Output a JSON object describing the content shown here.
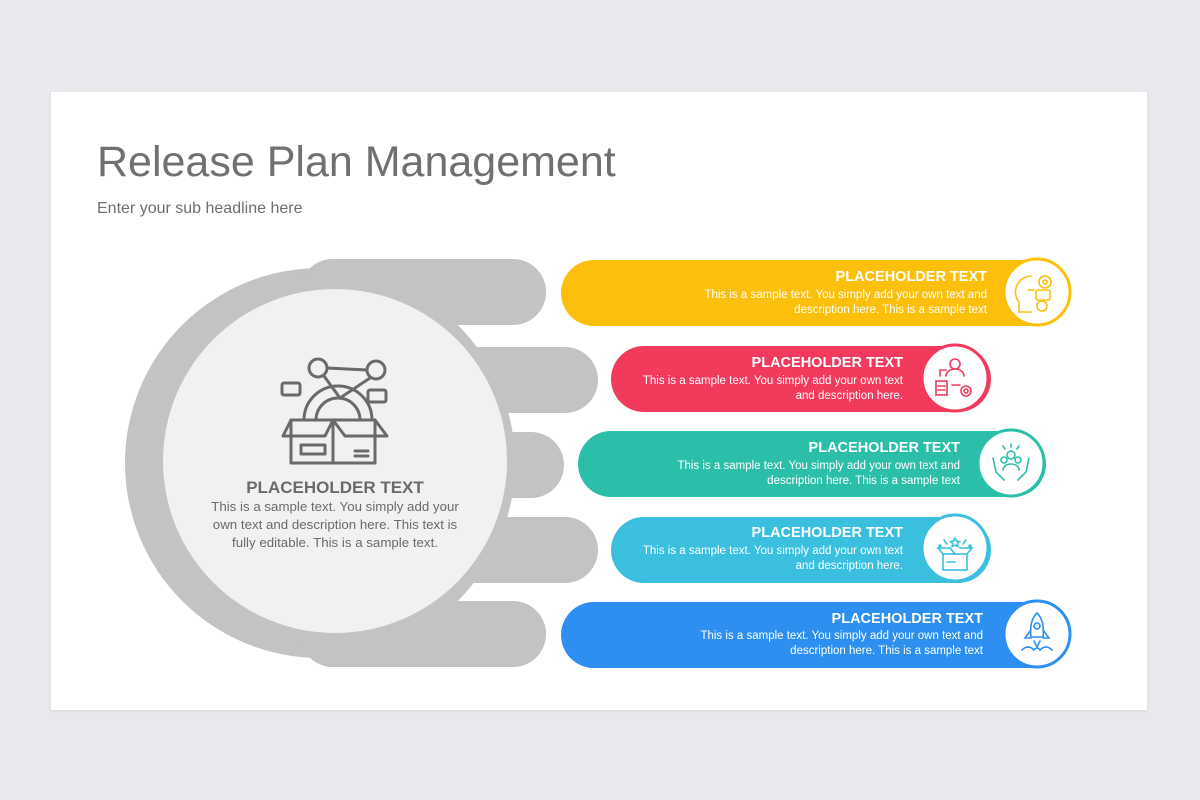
{
  "header": {
    "title": "Release Plan Management",
    "subtitle": "Enter your sub headline here"
  },
  "center": {
    "title": "PLACEHOLDER TEXT",
    "body": "This is a sample text. You simply add your own text and description here. This text is fully editable. This is a sample text.",
    "icon": "product-release-box-icon"
  },
  "items": [
    {
      "title": "PLACEHOLDER TEXT",
      "text": "This is a sample text. You simply add your own text and description here. This is a sample text",
      "color": "#fcbf0b",
      "icon": "brain-gear-icon"
    },
    {
      "title": "PLACEHOLDER TEXT",
      "text": "This is a sample text. You simply add your own text and description here.",
      "color": "#f23a5d",
      "icon": "workflow-person-icon"
    },
    {
      "title": "PLACEHOLDER TEXT",
      "text": "This is a sample text. You simply add your own text and description here. This is a sample text",
      "color": "#2bbfaa",
      "icon": "hands-team-icon"
    },
    {
      "title": "PLACEHOLDER TEXT",
      "text": "This is a sample text. You simply add your own text and description here.",
      "color": "#3ac0de",
      "icon": "opening-box-icon"
    },
    {
      "title": "PLACEHOLDER TEXT",
      "text": "This is a sample text. You simply add your own text and description here. This is a sample text",
      "color": "#2d8ff0",
      "icon": "rocket-launch-icon"
    }
  ]
}
